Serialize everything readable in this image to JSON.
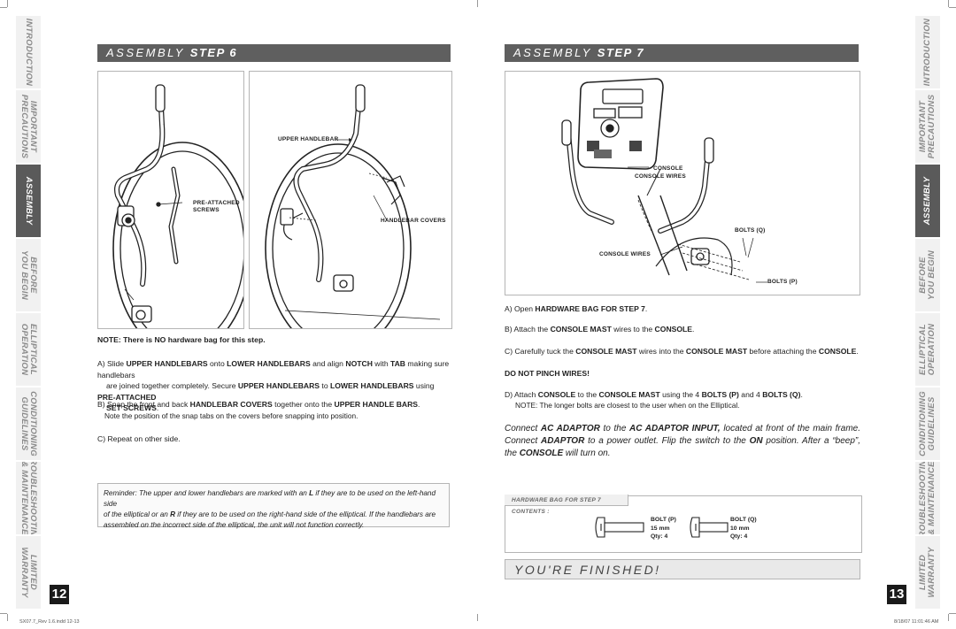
{
  "side_tabs": [
    {
      "label": "INTRODUCTION",
      "active": false
    },
    {
      "label": "IMPORTANT\nPRECAUTIONS",
      "active": false
    },
    {
      "label": "ASSEMBLY",
      "active": true
    },
    {
      "label": "BEFORE\nYOU BEGIN",
      "active": false
    },
    {
      "label": "ELLIPTICAL\nOPERATION",
      "active": false
    },
    {
      "label": "CONDITIONING\nGUIDELINES",
      "active": false
    },
    {
      "label": "TROUBLESHOOTING\n& MAINTENANCE",
      "active": false
    },
    {
      "label": "LIMITED\nWARRANTY",
      "active": false
    }
  ],
  "left_page": {
    "page_number": "12",
    "heading_light": "ASSEMBLY ",
    "heading_bold": "STEP 6",
    "callouts": {
      "upper_handlebar": "UPPER HANDLEBAR",
      "pre_attached": "PRE-ATTACHED",
      "screws": "SCREWS",
      "handlebar_covers": "HANDLEBAR COVERS"
    },
    "note": {
      "prefix": "NOTE: There is ",
      "bold": "NO",
      "suffix": " hardware bag for this step."
    },
    "step_a": {
      "p1": "A) Slide ",
      "b1": "UPPER HANDLEBARS",
      "p2": " onto ",
      "b2": "LOWER HANDLEBARS",
      "p3": " and align ",
      "b3": "NOTCH",
      "p4": " with ",
      "b4": "TAB",
      "p5": " making sure handlebars",
      "p6": "are joined together completely. Secure ",
      "b5": "UPPER HANDLEBARS",
      "p7": " to ",
      "b6": "LOWER HANDLEBARS",
      "p8": " using ",
      "b7": "PRE-ATTACHED",
      "b8": "SET SCREWS",
      "p9": "."
    },
    "step_b": {
      "p1": "B) Snap the front and back ",
      "b1": "HANDLEBAR COVERS",
      "p2": " together onto the ",
      "b2": "UPPER HANDLE BARS",
      "p3": ".",
      "p4": "Note the position of the snap tabs on the covers before snapping into position."
    },
    "step_c": "C) Repeat on other side.",
    "reminder": {
      "p1": "Reminder: The upper and lower handlebars are marked with an ",
      "b1": "L",
      "p2": " if they are to be used on the left-hand side",
      "p3": "of the elliptical or an ",
      "b2": "R",
      "p4": " if they are to be used on the right-hand side of the elliptical. If the handlebars are",
      "p5": "assembled on the incorrect side of the elliptical, the unit will not function correctly."
    },
    "footer": "SX07.7_Rev 1.6.indd   12-13"
  },
  "right_page": {
    "page_number": "13",
    "heading_light": "ASSEMBLY ",
    "heading_bold": "STEP 7",
    "callouts": {
      "console": "CONSOLE",
      "console_wires": "CONSOLE WIRES",
      "bolts_q": "BOLTS (Q)",
      "console_wires_2": "CONSOLE WIRES",
      "bolts_p": "BOLTS (P)"
    },
    "step_a": {
      "p1": "A) Open ",
      "b1": "HARDWARE BAG FOR STEP 7",
      "p2": "."
    },
    "step_b": {
      "p1": "B) Attach the ",
      "b1": "CONSOLE MAST",
      "p2": " wires to the ",
      "b2": "CONSOLE",
      "p3": "."
    },
    "step_c": {
      "p1": "C) Carefully tuck the ",
      "b1": "CONSOLE MAST",
      "p2": " wires into the ",
      "b2": "CONSOLE MAST",
      "p3": " before attaching the ",
      "b3": "CONSOLE",
      "p4": "."
    },
    "warning": "DO NOT PINCH WIRES!",
    "step_d": {
      "p1": "D) Attach ",
      "b1": "CONSOLE",
      "p2": " to the ",
      "b2": "CONSOLE MAST",
      "p3": " using the 4 ",
      "b3": "BOLTS (P)",
      "p4": " and 4 ",
      "b4": "BOLTS (Q)",
      "p5": ".",
      "note": "NOTE: The longer bolts are closest to the user when on the Elliptical."
    },
    "connect": {
      "p1": "Connect ",
      "b1": "AC ADAPTOR",
      "p2": " to the ",
      "b2": "AC ADAPTOR INPUT,",
      "p3": " located at front of the main frame. Connect ",
      "b3": "ADAPTOR",
      "p4": " to a power outlet. Flip the switch to the ",
      "b4": "ON",
      "p5": " position. After a “beep”, the ",
      "b5": "CONSOLE",
      "p6": " will turn on."
    },
    "hardware": {
      "label": "HARDWARE BAG FOR STEP 7 CONTENTS :",
      "bolts": [
        {
          "name": "BOLT (P)",
          "size": "15 mm",
          "qty": "Qty: 4"
        },
        {
          "name": "BOLT (Q)",
          "size": "10 mm",
          "qty": "Qty: 4"
        }
      ]
    },
    "finished": "YOU'RE FINISHED!",
    "footer": "8/18/07   11:01:46 AM"
  }
}
